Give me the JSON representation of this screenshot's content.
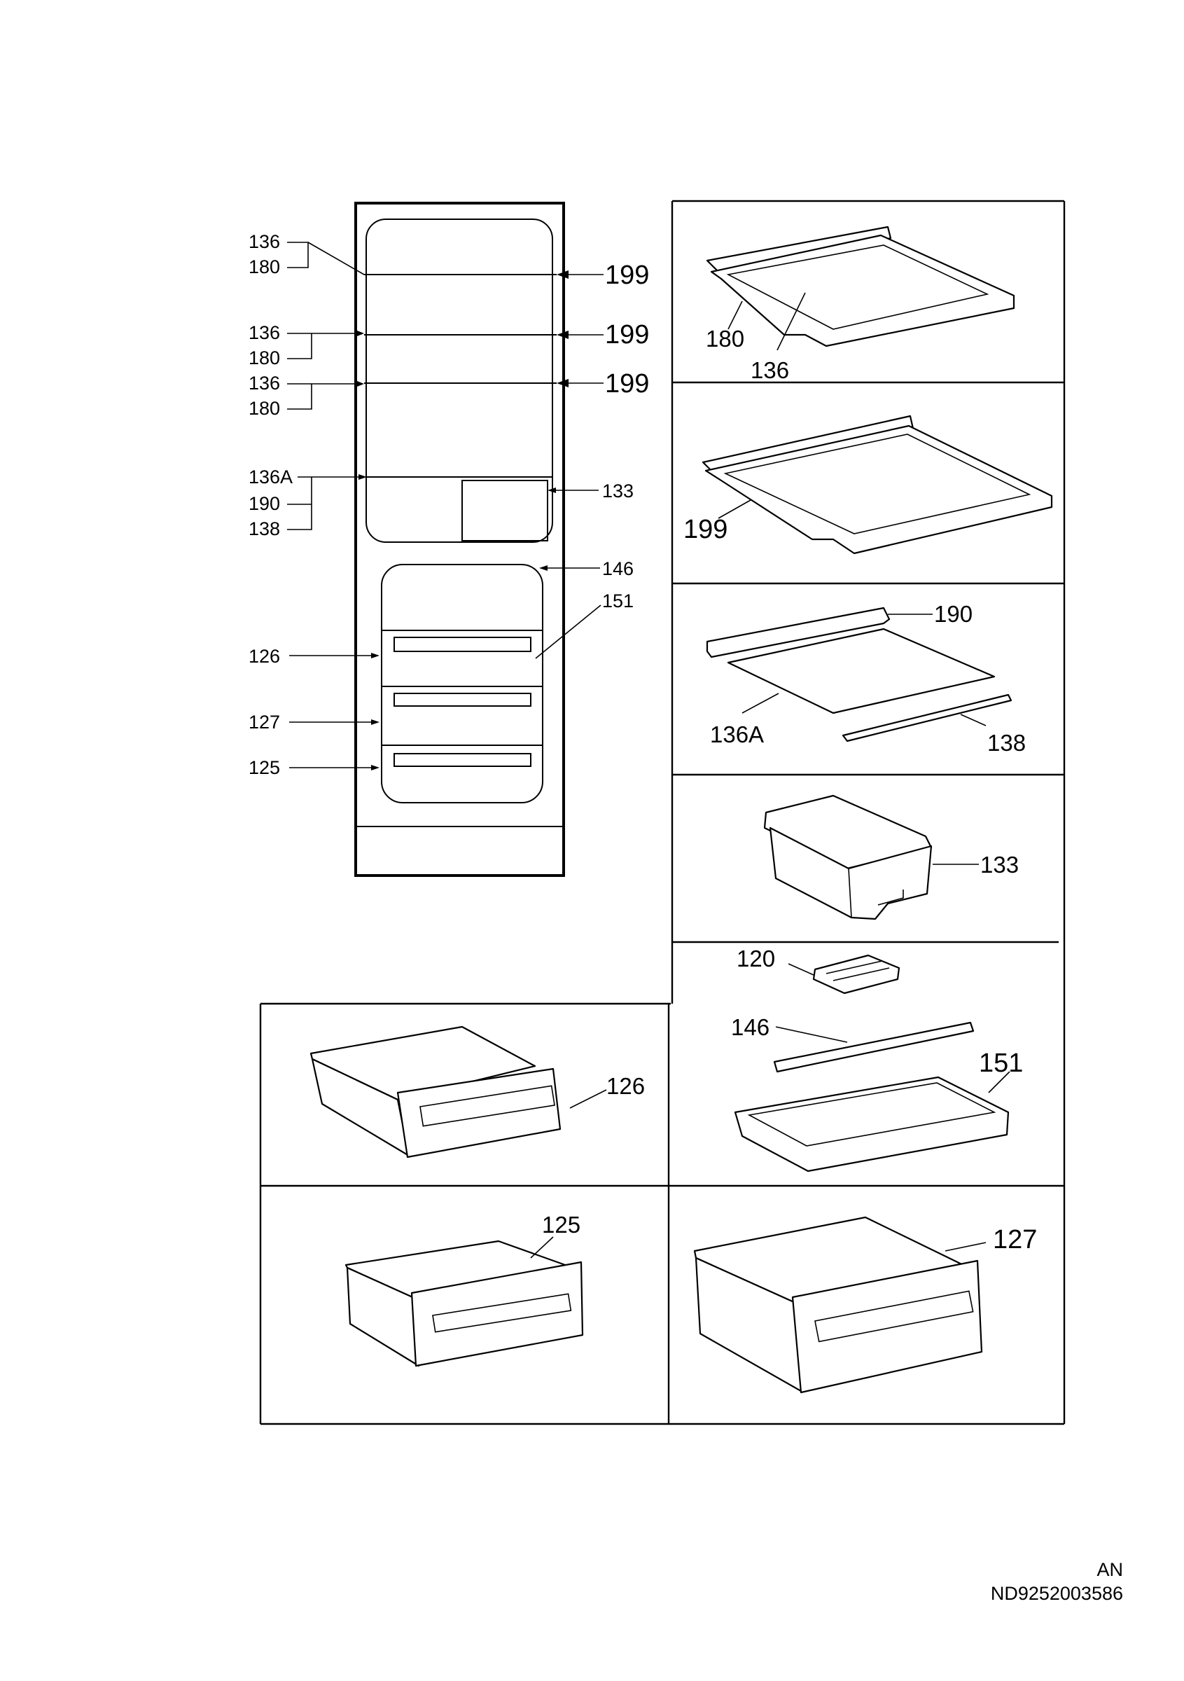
{
  "cabinet_labels": {
    "l136_1": "136",
    "l180_1": "180",
    "l136_2": "136",
    "l180_2": "180",
    "l136_3": "136",
    "l180_3": "180",
    "l136a": "136A",
    "l190": "190",
    "l138": "138",
    "l126": "126",
    "l127": "127",
    "l125": "125",
    "r199_1": "199",
    "r199_2": "199",
    "r199_3": "199",
    "r133": "133",
    "r146": "146",
    "r151": "151"
  },
  "panel_labels": {
    "p1_180": "180",
    "p1_136": "136",
    "p2_199": "199",
    "p3_190": "190",
    "p3_136a": "136A",
    "p3_138": "138",
    "p4_133": "133",
    "p5_120": "120",
    "p5_146": "146",
    "p5_151": "151",
    "p6_126": "126",
    "p7_125": "125",
    "p8_127": "127"
  },
  "footer": {
    "line1": "AN",
    "line2": "ND9252003586"
  }
}
